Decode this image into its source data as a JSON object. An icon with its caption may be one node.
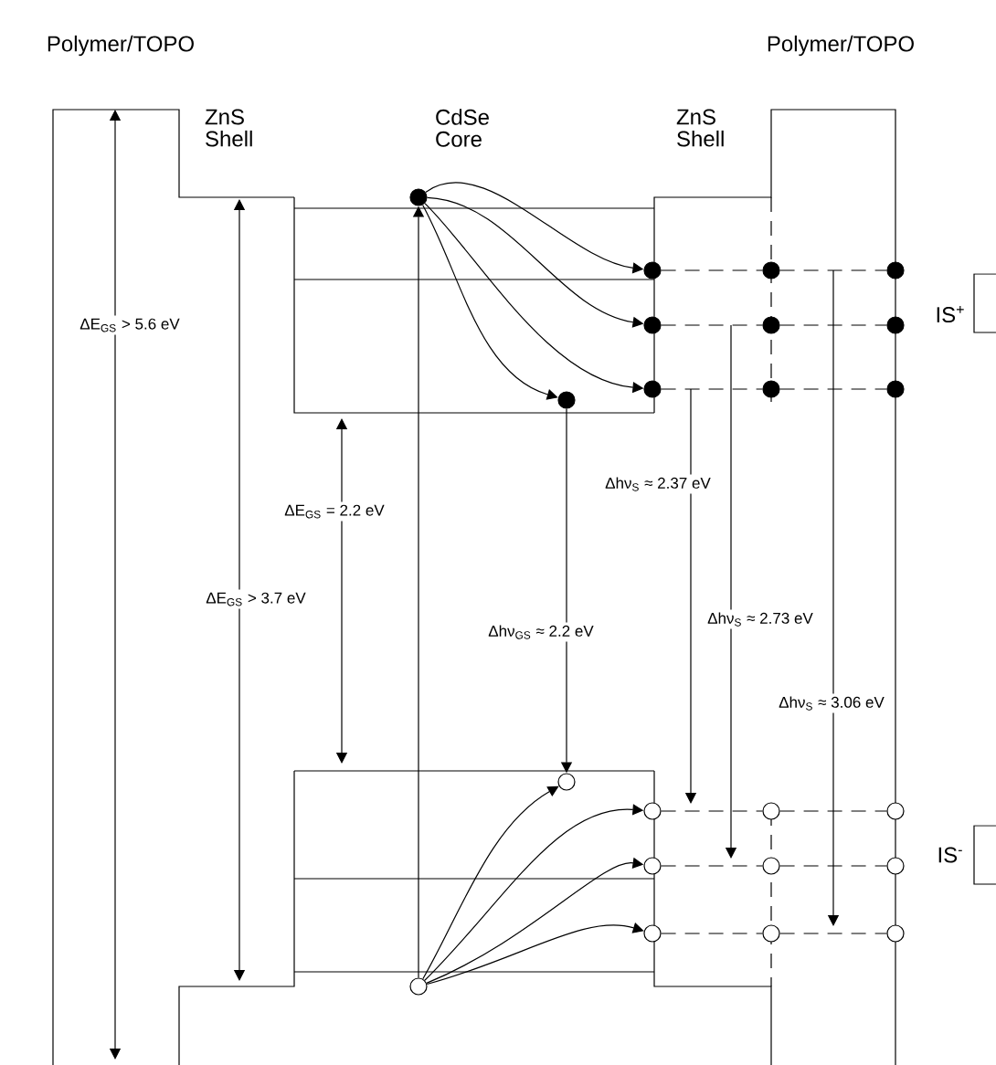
{
  "diagram": {
    "nodes": [
      {
        "text": [],
        "shape": "dot"
      },
      {
        "text": [],
        "shape": "dot"
      },
      {
        "text": [],
        "shape": "dot"
      },
      {
        "text": [],
        "shape": "dot"
      },
      {
        "text": [],
        "shape": "dot"
      },
      {
        "text": [],
        "shape": "dot"
      },
      {
        "text": [],
        "shape": "dot"
      },
      {
        "text": [],
        "shape": "dot"
      },
      {
        "text": [],
        "shape": "dot"
      },
      {
        "text": [],
        "shape": "dot"
      },
      {
        "text": [],
        "shape": "dot"
      },
      {
        "text": [],
        "shape": "circle"
      },
      {
        "text": [],
        "shape": "circle"
      },
      {
        "text": [],
        "shape": "circle"
      },
      {
        "text": [],
        "shape": "circle"
      },
      {
        "text": [],
        "shape": "circle"
      },
      {
        "text": [],
        "shape": "circle"
      },
      {
        "text": [],
        "shape": "circle"
      },
      {
        "text": [],
        "shape": "circle"
      },
      {
        "text": [],
        "shape": "circle"
      },
      {
        "text": [],
        "shape": "circle"
      },
      {
        "text": [],
        "shape": "circle"
      }
    ],
    "edges": [
      {
        "from": 0,
        "to": 1,
        "arrow": "to"
      },
      {
        "from": 0,
        "to": 4,
        "arrow": "to"
      },
      {
        "from": 0,
        "to": 7,
        "arrow": "to"
      },
      {
        "from": 0,
        "to": 10,
        "arrow": "to"
      },
      {
        "from": 21,
        "to": 0,
        "arrow": "to"
      },
      {
        "from": 10,
        "to": 11,
        "arrow": "to",
        "label": "Δhν$_{GS}$ ≈ 2.2 eV"
      },
      {
        "from": 21,
        "to": 11,
        "arrow": "to"
      },
      {
        "from": 21,
        "to": 12,
        "arrow": "to"
      },
      {
        "from": 21,
        "to": 15,
        "arrow": "to"
      },
      {
        "from": 21,
        "to": 18,
        "arrow": "to"
      },
      {
        "from": 1,
        "to": 2,
        "arrow": "none",
        "style": "dashed"
      },
      {
        "from": 2,
        "to": 3,
        "arrow": "none",
        "style": "dashed"
      },
      {
        "from": 4,
        "to": 5,
        "arrow": "none",
        "style": "dashed"
      },
      {
        "from": 5,
        "to": 6,
        "arrow": "none",
        "style": "dashed"
      },
      {
        "from": 7,
        "to": 8,
        "arrow": "none",
        "style": "dashed"
      },
      {
        "from": 8,
        "to": 9,
        "arrow": "none",
        "style": "dashed"
      },
      {
        "from": 12,
        "to": 13,
        "arrow": "none",
        "style": "dashed"
      },
      {
        "from": 13,
        "to": 14,
        "arrow": "none",
        "style": "dashed"
      },
      {
        "from": 15,
        "to": 16,
        "arrow": "none",
        "style": "dashed"
      },
      {
        "from": 16,
        "to": 17,
        "arrow": "none",
        "style": "dashed"
      },
      {
        "from": 18,
        "to": 19,
        "arrow": "none",
        "style": "dashed"
      },
      {
        "from": 19,
        "to": 20,
        "arrow": "none",
        "style": "dashed"
      }
    ],
    "labels": [
      "Polymer/TOPO",
      "Polymer/TOPO",
      "ZnS Shell",
      "CdSe Core",
      "ZnS Shell",
      "IS$^{+}$",
      "ΔE$_{GS}$ > 5.6 eV",
      "Δhν$_{S}$ ≈ 2.37 eV",
      "ΔE$_{GS}$ = 2.2 eV",
      "ΔE$_{GS}$ > 3.7 eV",
      "Δhν$_{S}$ ≈ 2.73 eV",
      "Δhν$_{S}$ ≈ 3.06 eV",
      "IS$^{-}$"
    ]
  }
}
